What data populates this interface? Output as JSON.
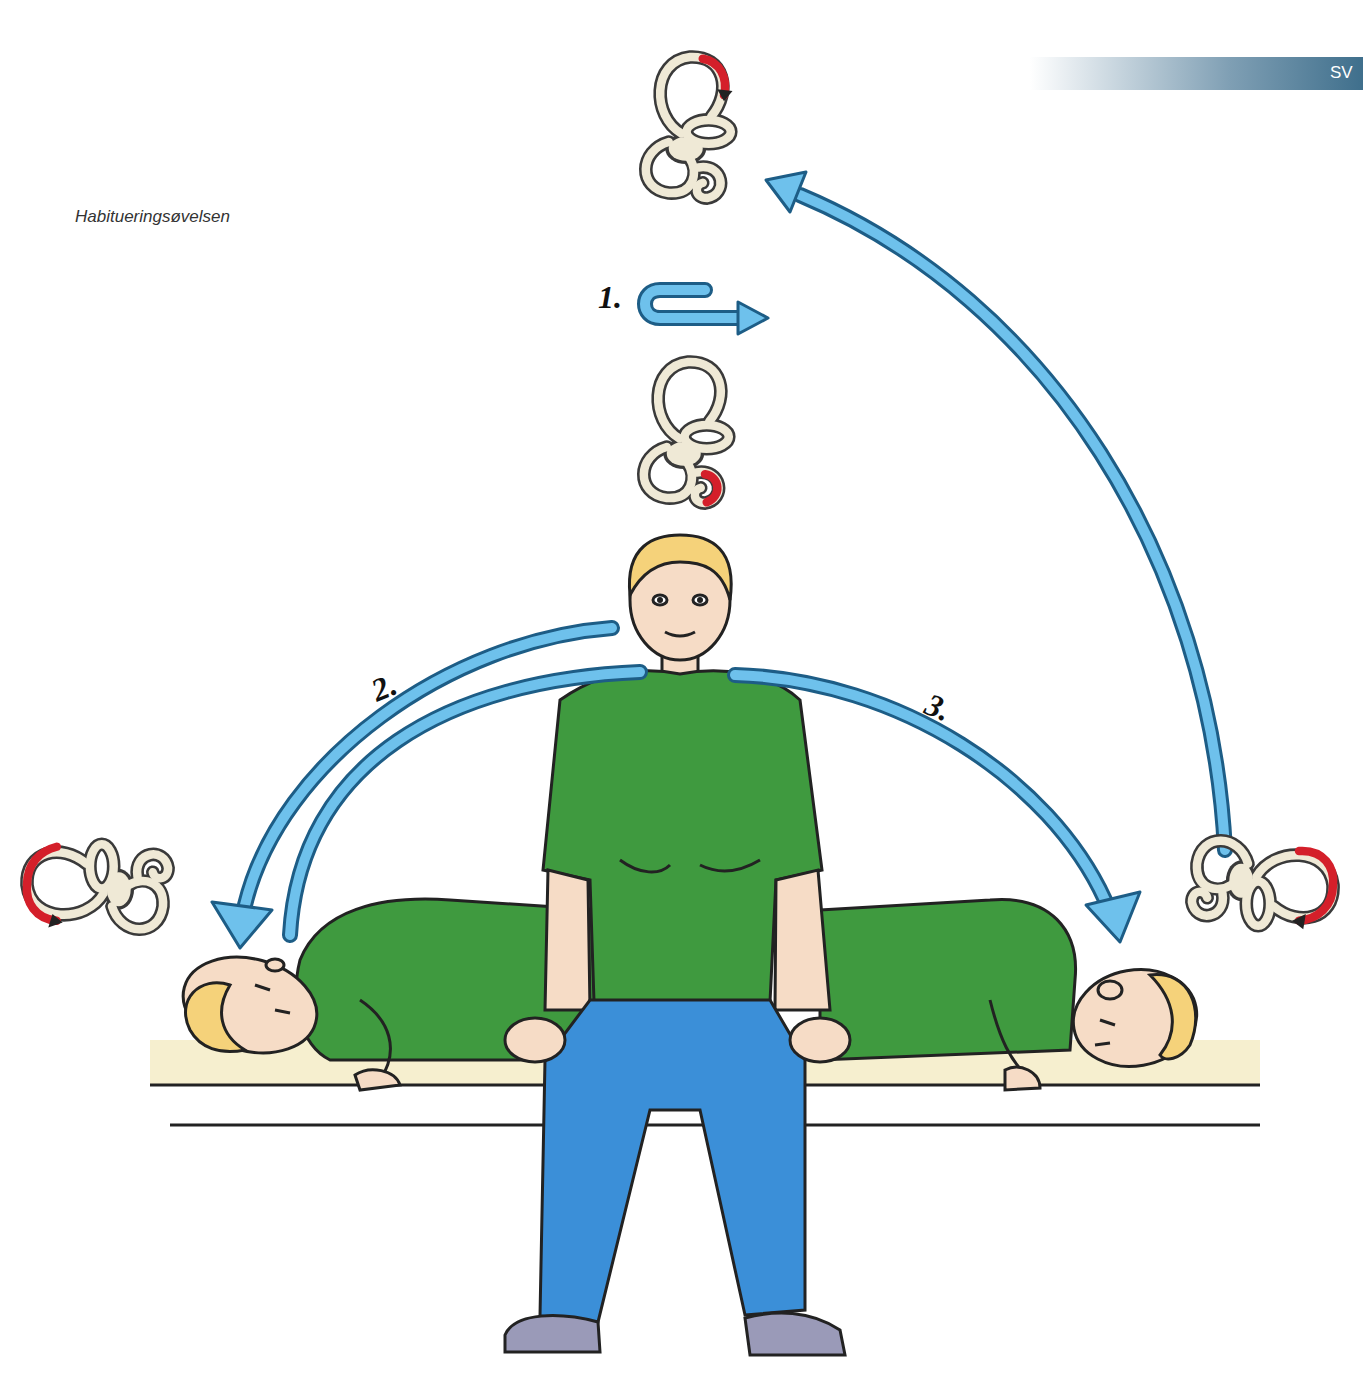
{
  "diagram": {
    "caption": "Habitueringsøvelsen",
    "labels": [
      "1.",
      "2.",
      "3.",
      "SV"
    ]
  }
}
